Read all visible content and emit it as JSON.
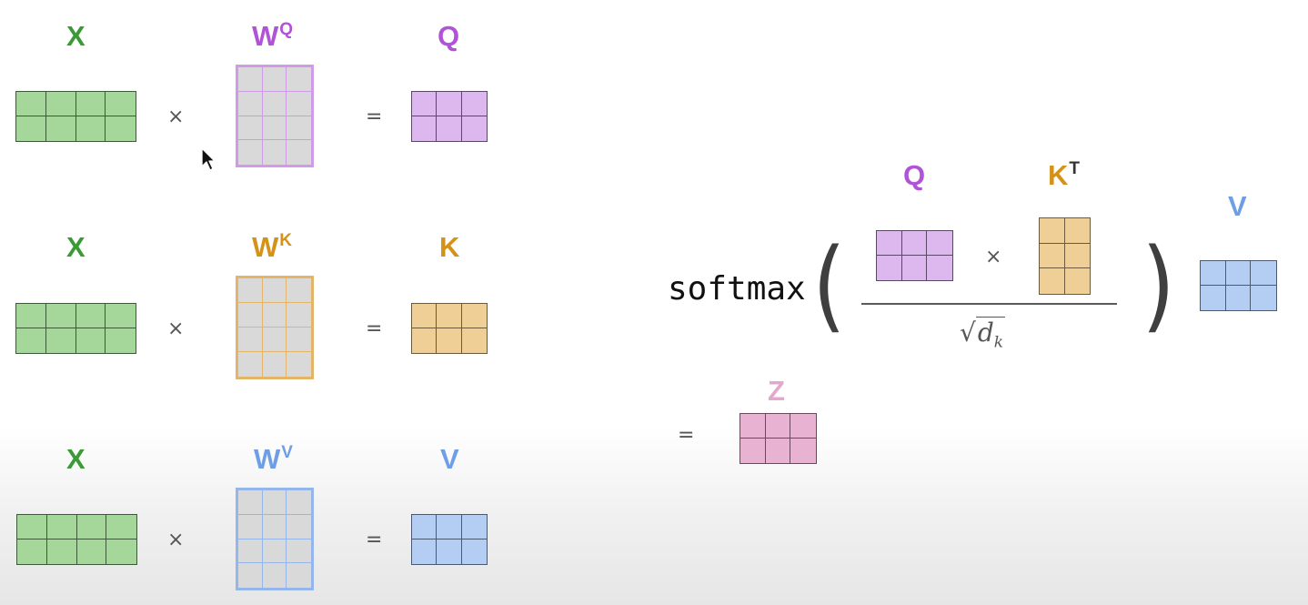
{
  "colors": {
    "green_fill": "#a5d79b",
    "green_border": "#3c5a38",
    "green_label": "#3a9a35",
    "purple_fill": "#dcb8ef",
    "purple_border": "#5a4866",
    "purple_weight_border": "#cf9be8",
    "purple_label": "#b153d6",
    "orange_fill": "#f0cf97",
    "orange_border": "#6b5a3c",
    "orange_weight_border": "#e4b468",
    "orange_label": "#d49218",
    "blue_fill": "#b3cdf3",
    "blue_border": "#4a5a72",
    "blue_weight_border": "#94b6ea",
    "blue_label": "#6d9ee6",
    "gray_fill": "#d9d9d9",
    "pink_fill": "#e8b3d2",
    "pink_border": "#6a4a5a",
    "pink_label": "#e3a8cf"
  },
  "rows": [
    {
      "input_label": "X",
      "weight_label": "W",
      "weight_superscript": "Q",
      "output_label": "Q",
      "times": "×",
      "equals": "="
    },
    {
      "input_label": "X",
      "weight_label": "W",
      "weight_superscript": "K",
      "output_label": "K",
      "times": "×",
      "equals": "="
    },
    {
      "input_label": "X",
      "weight_label": "W",
      "weight_superscript": "V",
      "output_label": "V",
      "times": "×",
      "equals": "="
    }
  ],
  "formula": {
    "function_name": "softmax",
    "open_paren": "(",
    "close_paren": ")",
    "q_label": "Q",
    "k_label": "K",
    "k_superscript": "T",
    "times": "×",
    "denominator_radical": "√",
    "denominator_variable": "d",
    "denominator_subscript": "k",
    "v_label": "V",
    "equals": "=",
    "result_label": "Z"
  },
  "icons": {
    "mouse_cursor": "mouse-pointer-icon"
  }
}
